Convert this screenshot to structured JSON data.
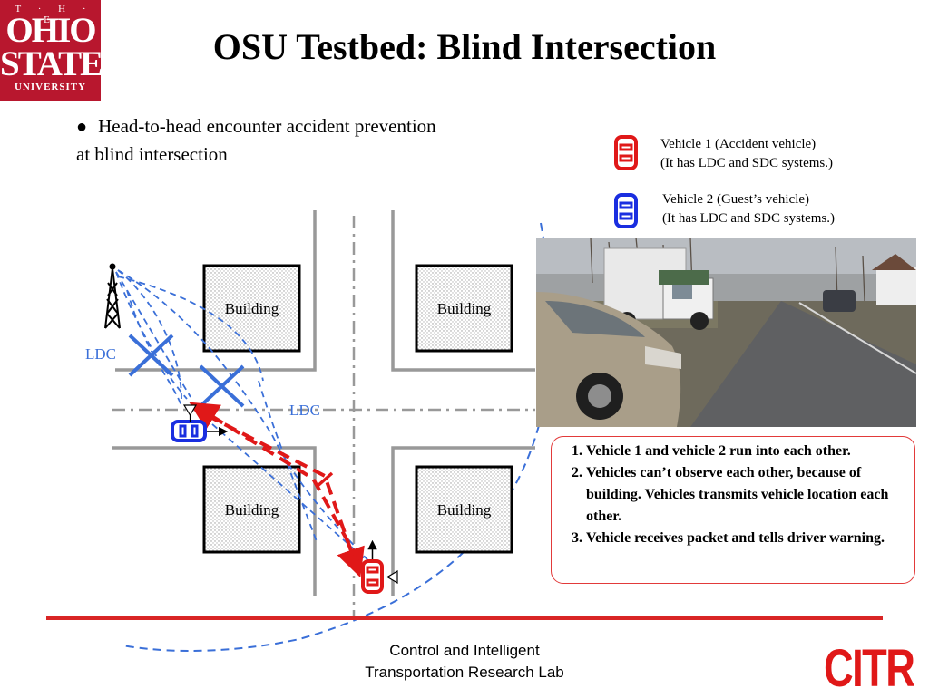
{
  "logo": {
    "line1": "T · H · E",
    "line2": "OHIO",
    "line3": "STATE",
    "line4": "UNIVERSITY"
  },
  "title": "OSU Testbed: Blind Intersection",
  "bullet": {
    "line1": "Head-to-head encounter accident prevention",
    "line2": "at blind intersection"
  },
  "legend": {
    "vehicle1": {
      "line1": "Vehicle 1 (Accident vehicle)",
      "line2": "(It has LDC and SDC systems.)",
      "color": "#e01818"
    },
    "vehicle2": {
      "line1": "Vehicle 2 (Guest’s vehicle)",
      "line2": "(It has LDC and SDC systems.)",
      "color": "#1a2ee0"
    }
  },
  "diagram": {
    "building_label": "Building",
    "ldc_label": "LDC",
    "accent_blue": "#3a6fd8",
    "accent_red": "#e01818"
  },
  "notes": [
    "Vehicle 1 and vehicle 2 run into each other.",
    "Vehicles can’t observe each other, because of building. Vehicles transmits vehicle location each other.",
    "Vehicle receives packet and tells driver warning."
  ],
  "footer": {
    "line1": "Control and Intelligent",
    "line2": "Transportation Research Lab",
    "brand": "CITR"
  }
}
